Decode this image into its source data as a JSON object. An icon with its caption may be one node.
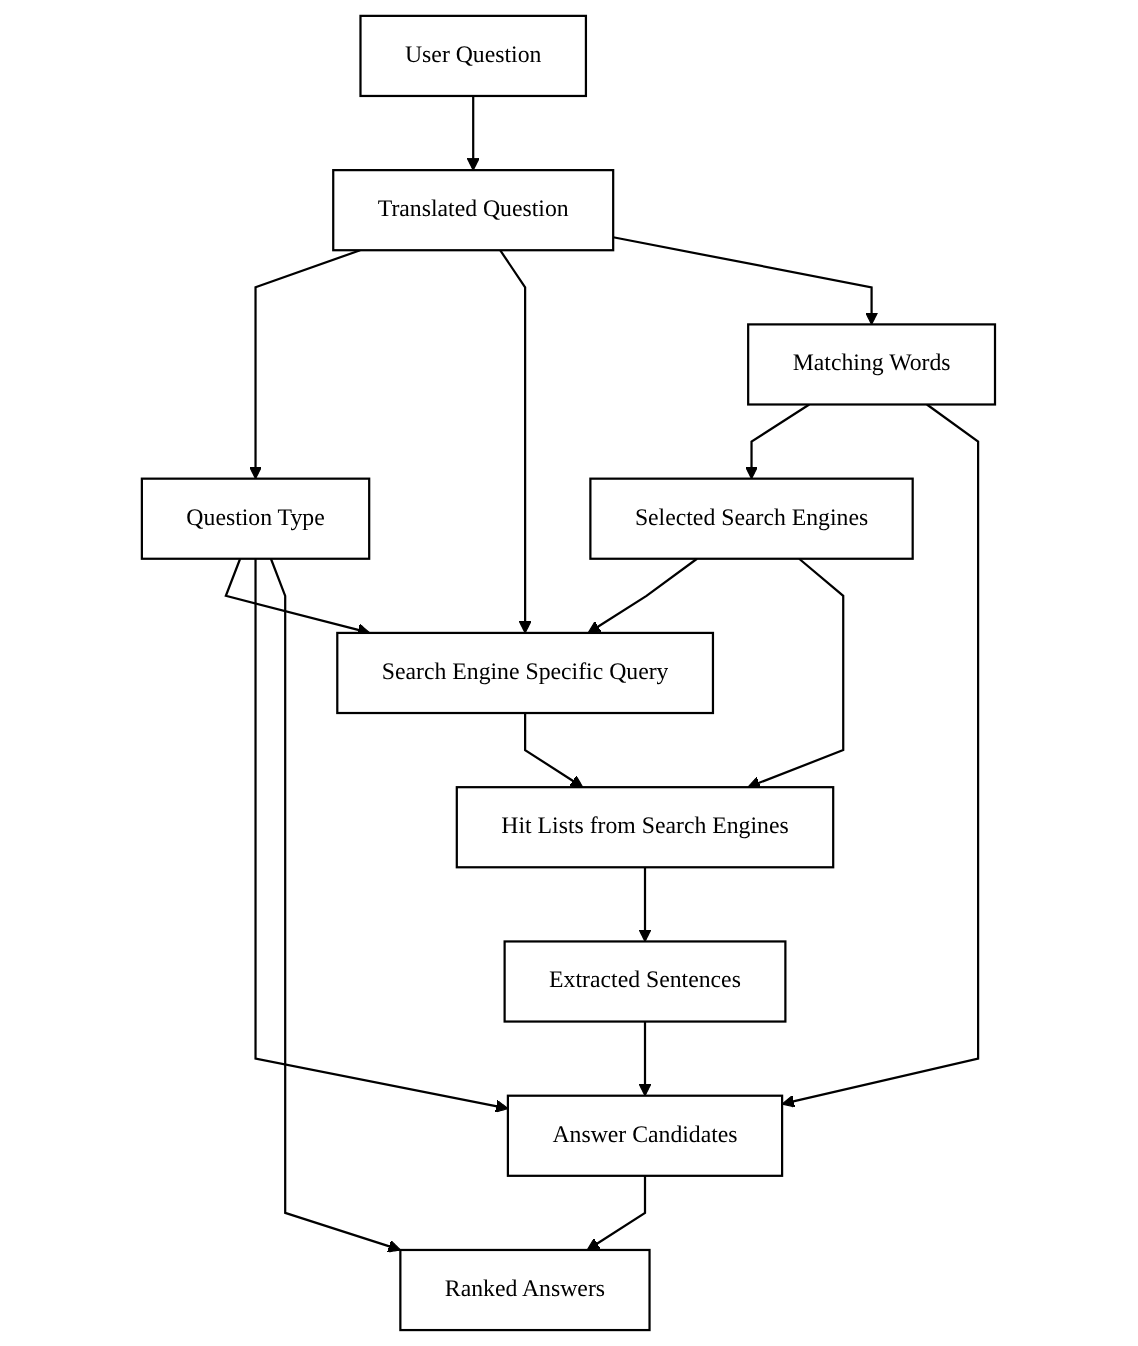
{
  "diagram": {
    "nodes": [
      {
        "text": [
          "User Question"
        ]
      },
      {
        "text": [
          "Translated Question"
        ]
      },
      {
        "text": [
          "Question Type"
        ]
      },
      {
        "text": [
          "Matching Words"
        ]
      },
      {
        "text": [
          "Search Engine Specific Query"
        ]
      },
      {
        "text": [
          "Selected Search Engines"
        ]
      },
      {
        "text": [
          "Hit Lists from Search Engines"
        ]
      },
      {
        "text": [
          "Extracted Sentences"
        ]
      },
      {
        "text": [
          "Answer Candidates"
        ]
      },
      {
        "text": [
          "Ranked Answers"
        ]
      }
    ],
    "edges": [
      {
        "from": 0,
        "to": 1,
        "arrow": "to"
      },
      {
        "from": 1,
        "to": 2,
        "arrow": "to"
      },
      {
        "from": 1,
        "to": 4,
        "arrow": "to"
      },
      {
        "from": 1,
        "to": 3,
        "arrow": "to"
      },
      {
        "from": 2,
        "to": 4,
        "arrow": "to"
      },
      {
        "from": 3,
        "to": 5,
        "arrow": "to"
      },
      {
        "from": 5,
        "to": 4,
        "arrow": "to"
      },
      {
        "from": 4,
        "to": 6,
        "arrow": "to"
      },
      {
        "from": 5,
        "to": 6,
        "arrow": "to"
      },
      {
        "from": 6,
        "to": 7,
        "arrow": "to"
      },
      {
        "from": 7,
        "to": 8,
        "arrow": "to"
      },
      {
        "from": 2,
        "to": 8,
        "arrow": "to"
      },
      {
        "from": 3,
        "to": 8,
        "arrow": "to"
      },
      {
        "from": 8,
        "to": 9,
        "arrow": "to"
      },
      {
        "from": 2,
        "to": 9,
        "arrow": "to"
      }
    ]
  }
}
